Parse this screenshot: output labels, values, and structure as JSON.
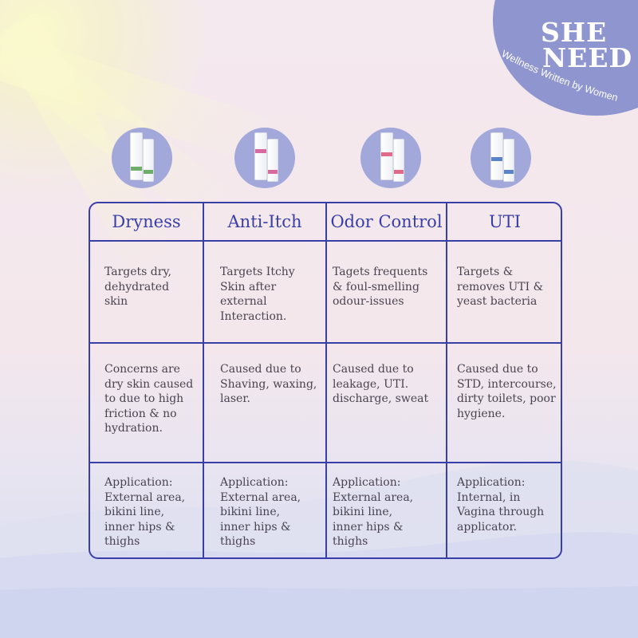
{
  "brand": {
    "line1": "SHE",
    "line2": "NEED",
    "tagline": "Wellness Written by Women"
  },
  "colors": {
    "accent": "#3a3fa8",
    "badge": "#8f95cf",
    "product_circle": "#a3a8da",
    "text": "#4a4450"
  },
  "products": [
    {
      "name": "dryness-product",
      "band": "#6fae6a"
    },
    {
      "name": "anti-itch-product",
      "band": "#d76aa0"
    },
    {
      "name": "odor-control-product",
      "band": "#e06a8a"
    },
    {
      "name": "uti-product",
      "band": "#5b84c8"
    }
  ],
  "table": {
    "columns": [
      "Dryness",
      "Anti-Itch",
      "Odor Control",
      "UTI"
    ],
    "rows": [
      [
        [
          "Targets dry,",
          "dehydrated",
          "skin"
        ],
        [
          "Targets Itchy",
          "Skin after",
          "external",
          "Interaction."
        ],
        [
          "Tagets frequents",
          "& foul-smelling",
          "odour-issues"
        ],
        [
          "Targets &",
          "removes UTI &",
          "yeast bacteria"
        ]
      ],
      [
        [
          "Concerns are",
          "dry skin caused",
          "to due to high",
          "friction & no",
          "hydration."
        ],
        [
          "Caused due to",
          "Shaving, waxing,",
          "laser."
        ],
        [
          "Caused due to",
          "leakage, UTI.",
          "discharge, sweat"
        ],
        [
          "Caused due to",
          "STD, intercourse,",
          "dirty toilets, poor",
          "hygiene."
        ]
      ],
      [
        [
          "Application:",
          "External area,",
          "bikini line,",
          "inner hips &",
          "thighs"
        ],
        [
          "Application:",
          "External area,",
          "bikini line,",
          "inner hips &",
          "thighs"
        ],
        [
          "Application:",
          "External area,",
          "bikini line,",
          "inner hips &",
          "thighs"
        ],
        [
          "Application:",
          "Internal, in",
          "Vagina through",
          "applicator."
        ]
      ]
    ]
  }
}
